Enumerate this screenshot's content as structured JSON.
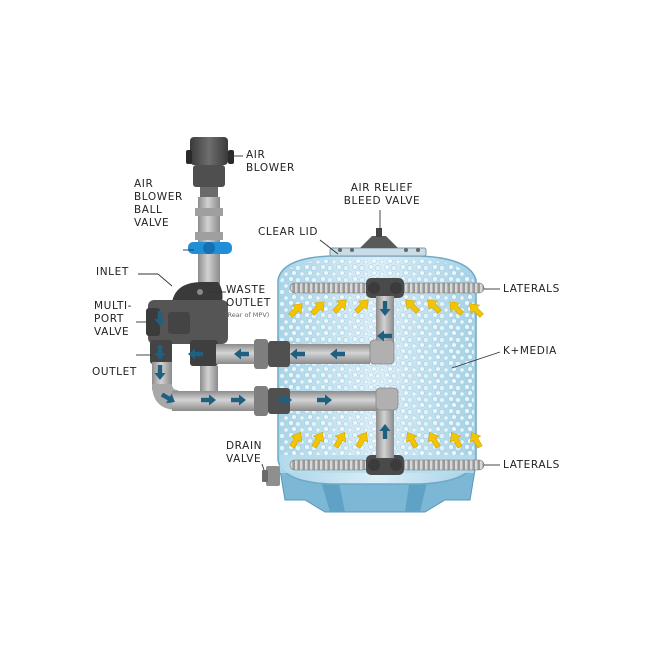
{
  "labels": {
    "air_blower": [
      "AIR",
      "BLOWER"
    ],
    "air_blower_ball_valve": [
      "AIR",
      "BLOWER",
      "BALL",
      "VALVE"
    ],
    "air_relief": [
      "AIR RELIEF",
      "BLEED VALVE"
    ],
    "clear_lid": "CLEAR LID",
    "inlet": "INLET",
    "waste_outlet": [
      "WASTE",
      "OUTLET"
    ],
    "waste_outlet_note": "(Rear of MPV)",
    "multiport_valve": [
      "MULTI-",
      "PORT",
      "VALVE"
    ],
    "outlet": "OUTLET",
    "laterals_top": "LATERALS",
    "laterals_bottom": "LATERALS",
    "kmedia": "K+MEDIA",
    "drain_valve": [
      "DRAIN",
      "VALVE"
    ]
  },
  "colors": {
    "pipe": "#b9b9b9",
    "pipe_dark": "#8a8a8a",
    "fitting": "#4a4a4a",
    "valve_handle": "#1f8fd8",
    "tank_water": "#c9e6f3",
    "tank_foot": "#8cc3df",
    "flow_arrow": "#1f5f7f",
    "air_arrow": "#f3c400",
    "leader_line": "#333333"
  },
  "icons": {
    "flow": "blue-flow-arrow-icon",
    "air": "yellow-air-arrow-icon"
  }
}
